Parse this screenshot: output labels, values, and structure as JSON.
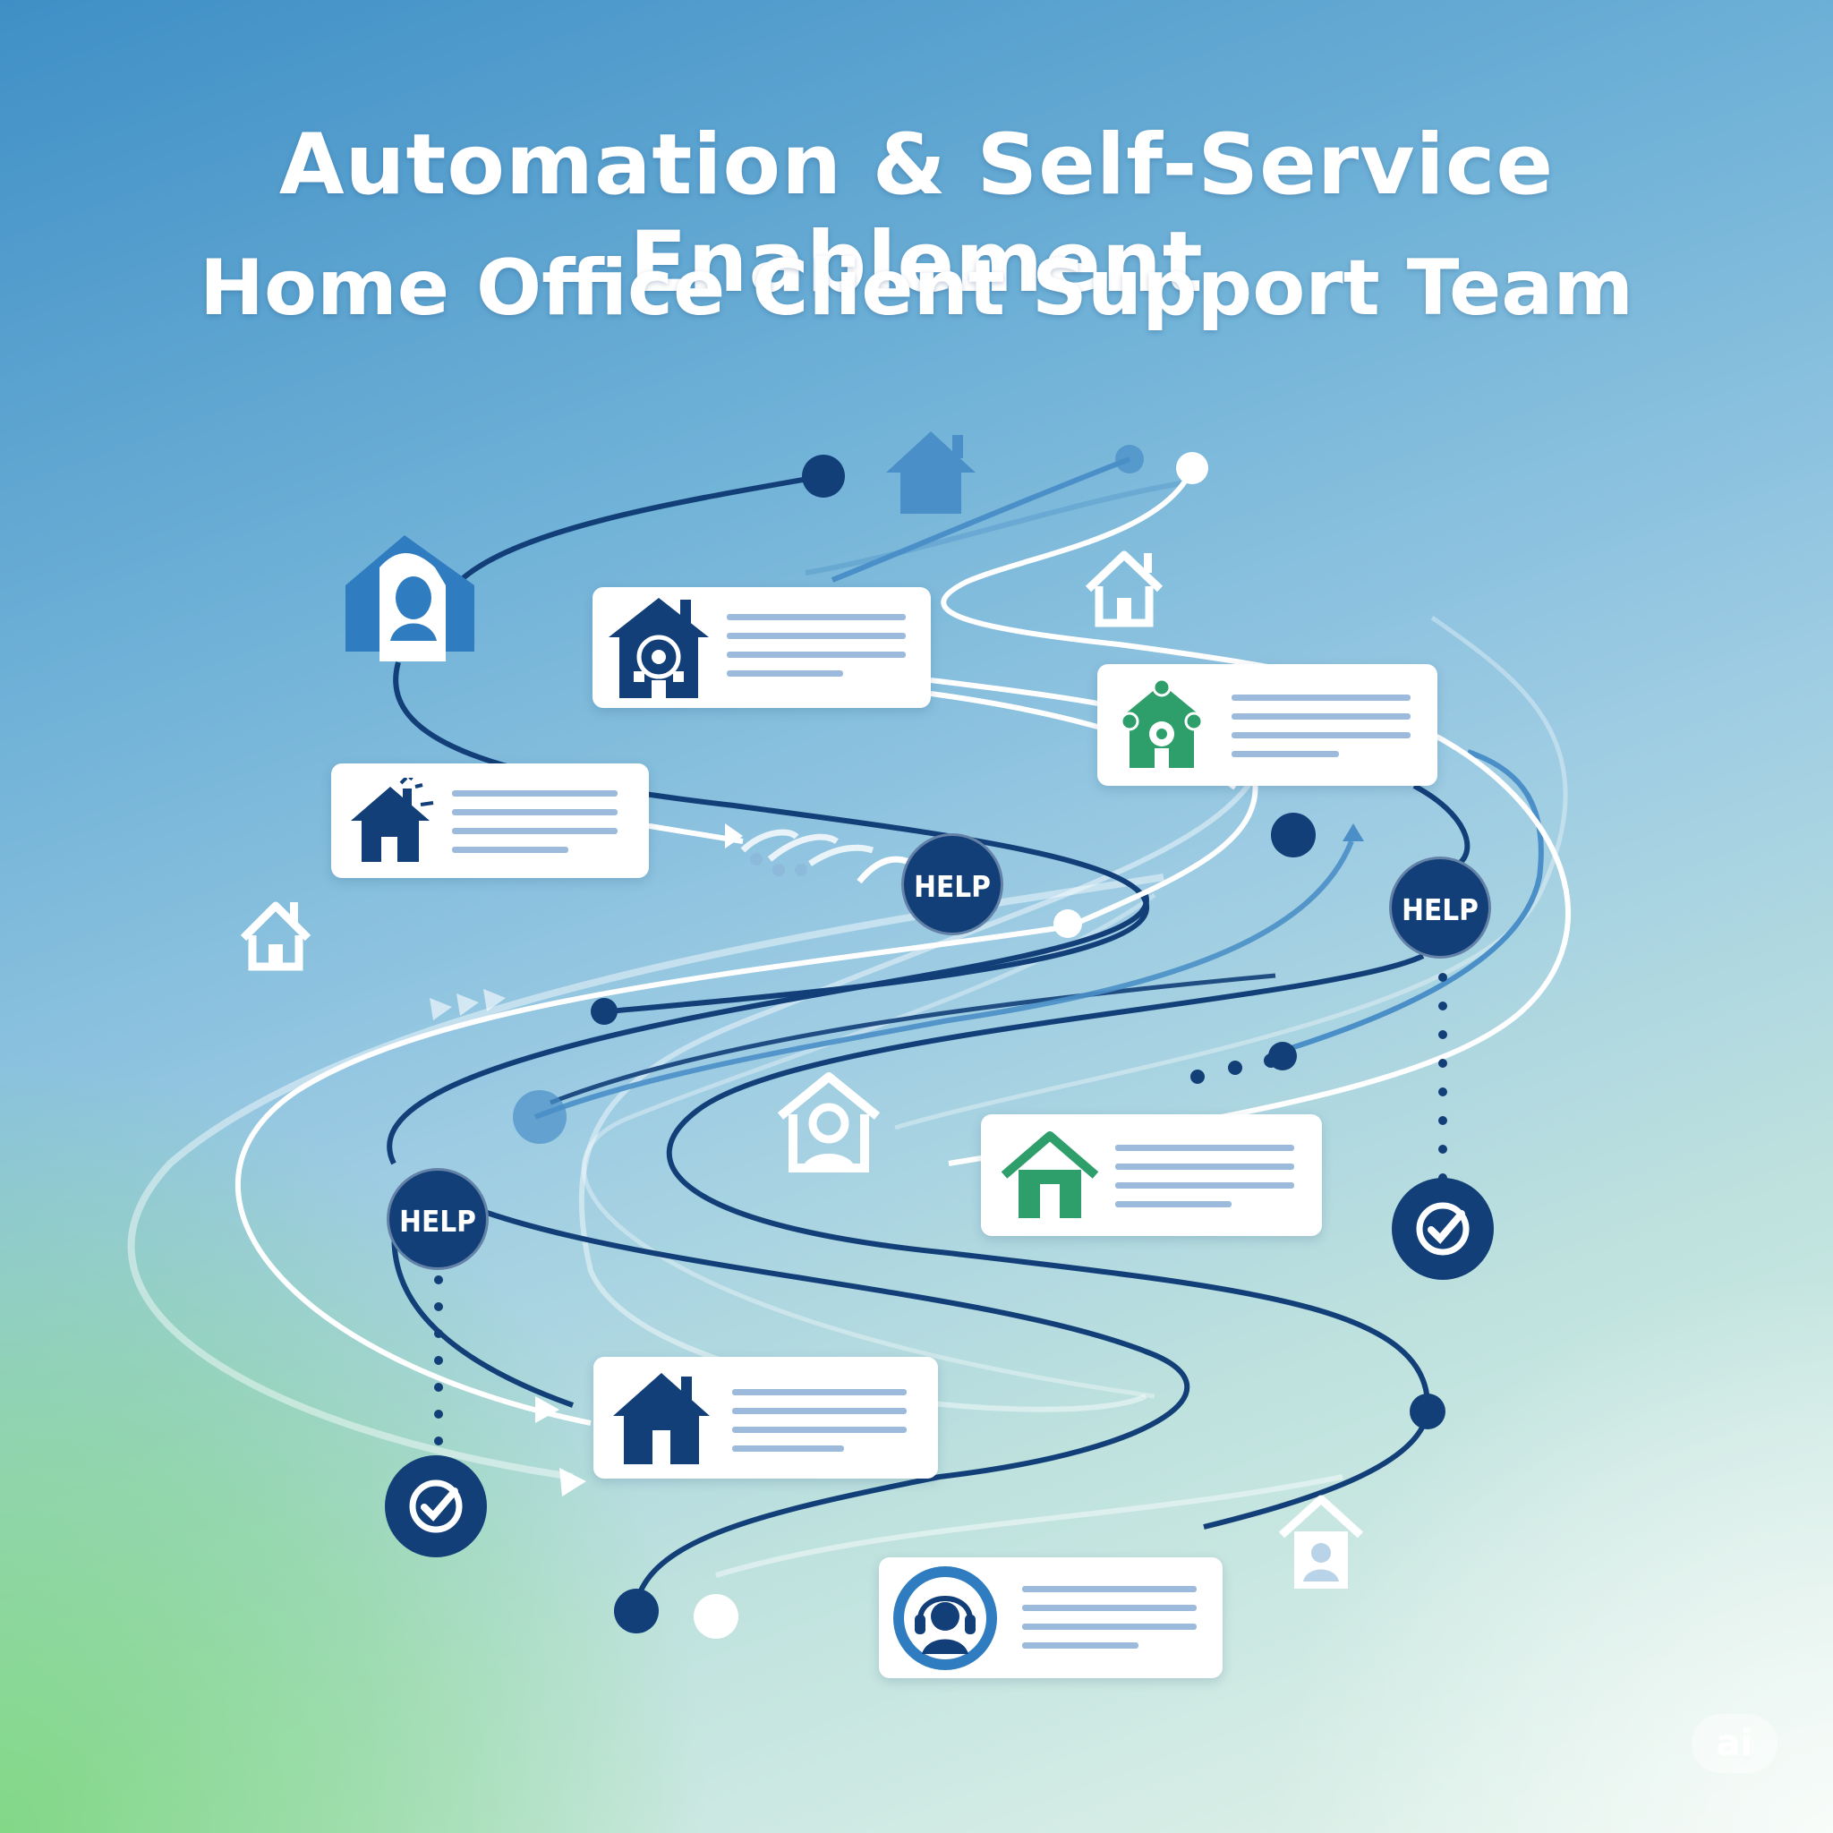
{
  "header": {
    "title": "Automation & Self-Service Enablement",
    "subtitle": "Home Office Client Support Team"
  },
  "badges": {
    "help_label": "HELP"
  },
  "logo": {
    "text": "ai"
  },
  "icons": [
    "user-house-icon",
    "smart-home-icon",
    "connected-home-icon",
    "house-alert-icon",
    "house-outline-icon",
    "house-green-icon",
    "house-icon",
    "headset-agent-icon",
    "checkmark-icon"
  ],
  "colors": {
    "navy": "#123f78",
    "mid_blue": "#3f87c3",
    "green_accent": "#2e9e6a",
    "text_line": "#9cbbdc",
    "white": "#ffffff"
  }
}
